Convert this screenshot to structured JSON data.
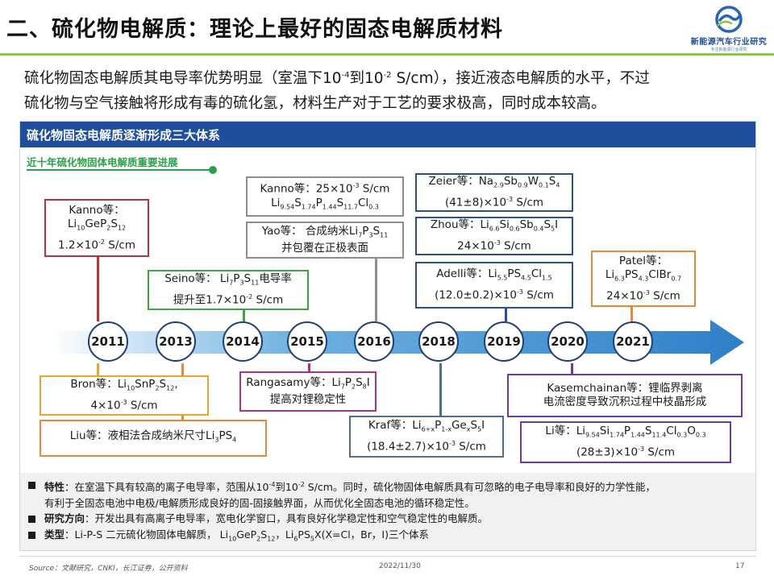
{
  "header": {
    "title": "二、硫化物电解质：理论上最好的固态电解质材料",
    "logo_name": "新能源汽车行业研究",
    "logo_tagline": "专注新能源行业研究"
  },
  "intro": {
    "line1_before": "硫化物固态电解质其电导率优势明显（室温下10",
    "line1_sup1": "-4",
    "line1_mid": "到10",
    "line1_sup2": "-2",
    "line1_after": " S/cm），接近液态电解质的水平，不过",
    "line2": "硫化物与空气接触将形成有毒的硫化氢，材料生产对于工艺的要求极高，同时成本较高。"
  },
  "panel": {
    "heading": "硫化物固态电解质逐渐形成三大体系",
    "subheading": "近十年硫化物固体电解质重要进展"
  },
  "years": [
    "2011",
    "2013",
    "2014",
    "2015",
    "2016",
    "2018",
    "2019",
    "2020",
    "2021"
  ],
  "points": {
    "p1_label": "特性",
    "p1_before": "：在室温下具有较高的离子电导率，范围从10",
    "p1_sup1": "-4",
    "p1_mid": "到10",
    "p1_sup2": "-2",
    "p1_after": " S/cm。同时，硫化物固体电解质具有可忽略的电子电导率和良好的力学性能，",
    "p1_line2": "有利于全固态电池中电极/电解质形成良好的固-固接触界面，从而优化全固态电池的循环稳定性。",
    "p2_label": "研究方向",
    "p2_text": "：开发出具有高离子电导率，宽电化学窗口，具有良好化学稳定性和空气稳定性的电解质。",
    "p3_label": "类型",
    "p3_text1": "：Li-P-S 二元硫化物固体电解质， Li",
    "p3_s1": "10",
    "p3_t2": "GeP",
    "p3_s2": "2",
    "p3_t3": "S",
    "p3_s3": "12",
    "p3_t4": "，Li",
    "p3_s4": "6",
    "p3_t5": "PS",
    "p3_s5": "5",
    "p3_t6": "X(X=Cl，Br，I)三个体系"
  },
  "footer": {
    "source": "Source：文献研究，CNKI，长江证券，公开资料",
    "date": "2022/11/30",
    "page": "17"
  },
  "colors": {
    "title_rule": "#8dc63f",
    "panel_header": "#1f4e9c",
    "subheading": "#2aa14a"
  }
}
